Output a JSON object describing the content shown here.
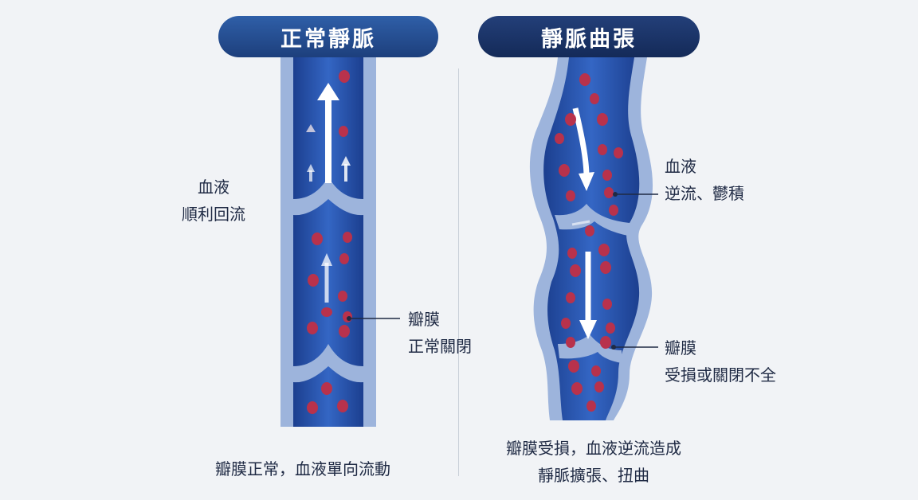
{
  "left_panel": {
    "title": "正常靜脈",
    "blood_label": [
      "血液",
      "順利回流"
    ],
    "valve_label": [
      "瓣膜",
      "正常關閉"
    ],
    "caption": "瓣膜正常，血液單向流動"
  },
  "right_panel": {
    "title": "靜脈曲張",
    "blood_label": [
      "血液",
      "逆流、鬱積"
    ],
    "valve_label": [
      "瓣膜",
      "受損或關閉不全"
    ],
    "caption": [
      "瓣膜受損，血液逆流造成",
      "靜脈擴張、扭曲"
    ]
  },
  "colors": {
    "vein_wall": "#9db4dc",
    "blood": "#2d5bb7",
    "blood_dark": "#1c3f8f",
    "red_cell": "#b8324c",
    "arrow": "#ffffff"
  }
}
